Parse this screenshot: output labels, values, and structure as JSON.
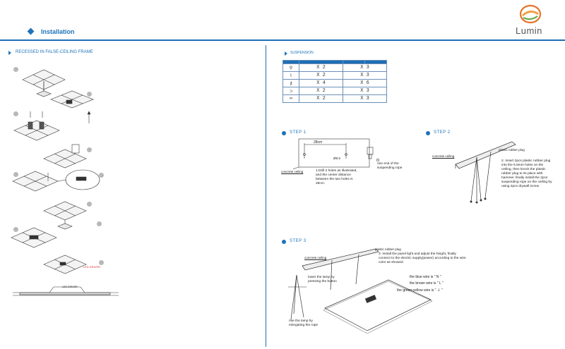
{
  "header": {
    "title": "Installation",
    "brand": "Lumin"
  },
  "left": {
    "section_title": "RECESSED IN FALSE-CEILING FRAME",
    "led_driver_label": "LED DRIVER"
  },
  "right": {
    "suspension_title": "SUSPENSION",
    "table": {
      "headers": [
        "",
        "",
        "",
        ""
      ],
      "rows": [
        {
          "icon": "cable-clamp-icon",
          "q1": "X 2",
          "q2": "X 3"
        },
        {
          "icon": "plug-icon",
          "q1": "X 2",
          "q2": "X 3"
        },
        {
          "icon": "screw-icon",
          "q1": "X 4",
          "q2": "X 6"
        },
        {
          "icon": "hook-icon",
          "q1": "X 2",
          "q2": "X 3"
        },
        {
          "icon": "wire-loop-icon",
          "q1": "X 2",
          "q2": "X 3"
        }
      ]
    },
    "step1": {
      "title": "STEP 1",
      "dim_28": "28cm",
      "dim_65": "Ø6.5",
      "concrete": "concrete ceiling",
      "rope_note": "one end of the suspending rope",
      "text": "1.Drill 2 holes as illustrated, and the center distance between the two holes is 28cm."
    },
    "step2": {
      "title": "STEP 2",
      "concrete": "concrete ceiling",
      "plug": "plastic rubber plug",
      "text": "2. Insert 2pcs plastic rubber plug into the 6.5mm holes on the ceiling, then knock the plastic rubber plug to its place with hammer. finally install the 2pcs suspending rope on the ceiling by using 2pcs drywall screw"
    },
    "step3": {
      "title": "STEP 3",
      "plug": "plastic rubber plug",
      "concrete": "concrete ceiling",
      "text": "3. Install the panel light and adjust the height, finally connect to the electric supply(power) according to the wire color as showed",
      "lower": "lower the lamp by pressing the button",
      "rise": "rise the lamp by elongating the rope",
      "blue": "the blue wire is \" N \"",
      "brown": "the brown wire is \" L \"",
      "green": "the green-yellow wire is \" ⏚ \""
    }
  },
  "colors": {
    "accent": "#1e73b8",
    "bullet": "#b8b8b8"
  }
}
